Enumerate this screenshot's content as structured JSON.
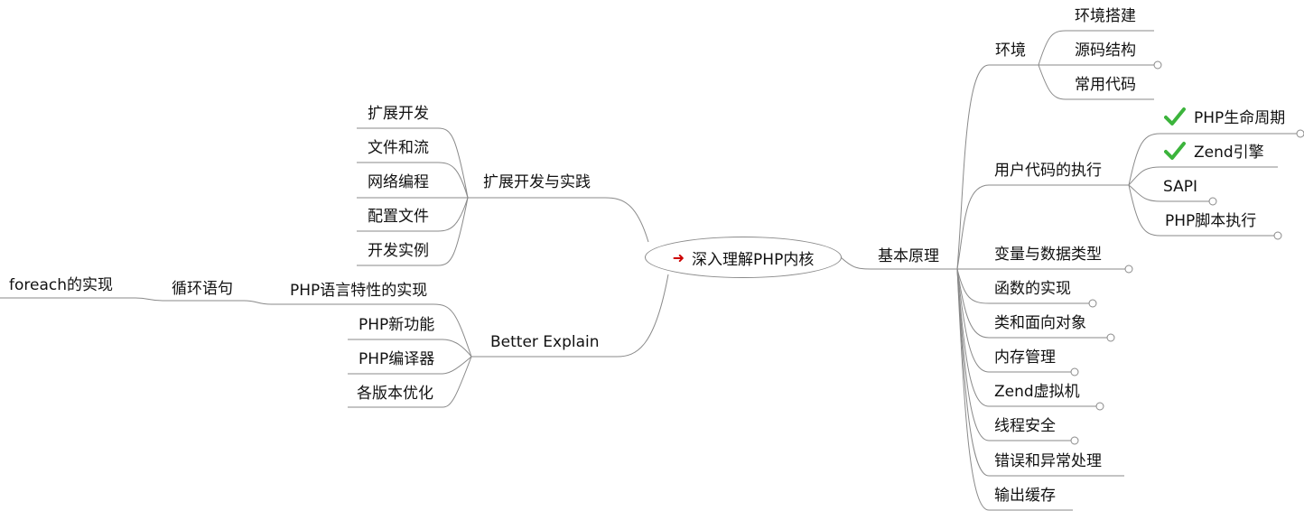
{
  "central": {
    "icon": "red-arrow-icon",
    "label": "深入理解PHP内核"
  },
  "right": {
    "label": "基本原理",
    "env": {
      "label": "环境",
      "items": [
        "环境搭建",
        "源码结构",
        "常用代码"
      ]
    },
    "exec": {
      "label": "用户代码的执行",
      "items": [
        "PHP生命周期",
        "Zend引擎",
        "SAPI",
        "PHP脚本执行"
      ],
      "checked": [
        "PHP生命周期",
        "Zend引擎"
      ]
    },
    "topics": [
      "变量与数据类型",
      "函数的实现",
      "类和面向对象",
      "内存管理",
      "Zend虚拟机",
      "线程安全",
      "错误和异常处理",
      "输出缓存"
    ]
  },
  "left": {
    "ext": {
      "label": "扩展开发与实践",
      "items": [
        "扩展开发",
        "文件和流",
        "网络编程",
        "配置文件",
        "开发实例"
      ]
    },
    "better": {
      "label": "Better Explain",
      "items": [
        "PHP语言特性的实现",
        "PHP新功能",
        "PHP编译器",
        "各版本优化"
      ]
    },
    "loop": {
      "label": "循环语句",
      "child": "foreach的实现"
    }
  },
  "colors": {
    "line": "#8a8a8a",
    "check": "#3cb43c",
    "arrow": "#cc0000"
  }
}
